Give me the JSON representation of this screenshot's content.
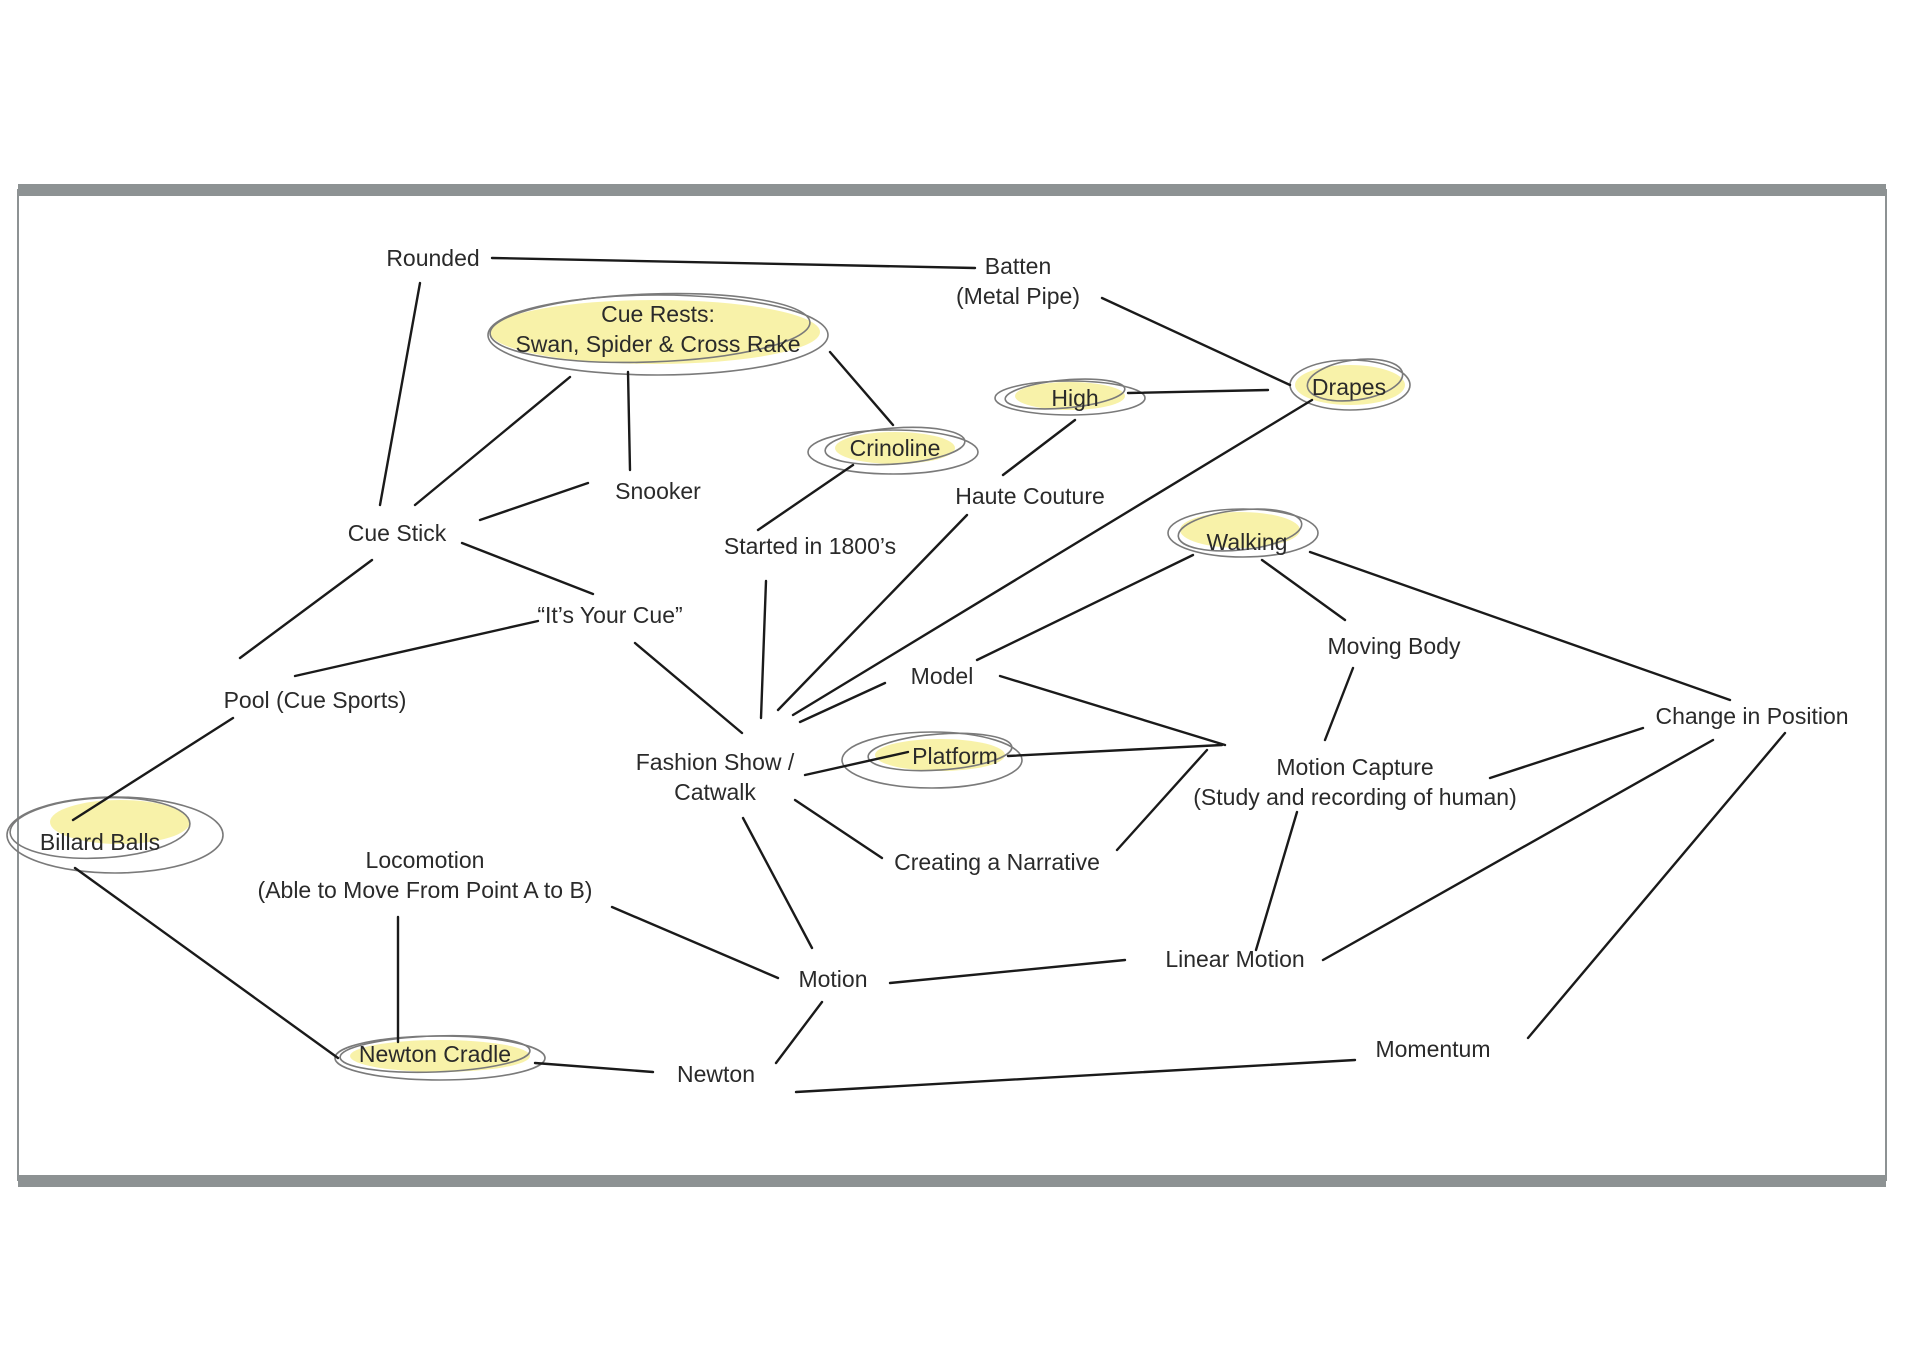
{
  "diagram": {
    "nodes": {
      "rounded": "Rounded",
      "batten": "Batten",
      "batten_sub": "(Metal Pipe)",
      "cue_rests": "Cue Rests:",
      "cue_rests_sub": "Swan, Spider & Cross Rake",
      "high": "High",
      "drapes": "Drapes",
      "crinoline": "Crinoline",
      "snooker": "Snooker",
      "haute_couture": "Haute Couture",
      "cue_stick": "Cue Stick",
      "started_1800s": "Started in 1800’s",
      "walking": "Walking",
      "its_your_cue": "“It’s Your Cue”",
      "moving_body": "Moving Body",
      "model": "Model",
      "pool": "Pool (Cue Sports)",
      "change_in_position": "Change in Position",
      "fashion_show": "Fashion Show /",
      "fashion_show_sub": "Catwalk",
      "platform": "Platform",
      "motion_capture": "Motion Capture",
      "motion_capture_sub": "(Study and recording of human)",
      "billard_balls": "Billard Balls",
      "locomotion": "Locomotion",
      "locomotion_sub": "(Able to Move From Point A to B)",
      "creating_narrative": "Creating a Narrative",
      "linear_motion": "Linear Motion",
      "motion": "Motion",
      "newton_cradle": "Newton Cradle",
      "newton": "Newton",
      "momentum": "Momentum"
    },
    "highlight_color": "#f6ee8c",
    "line_color": "#1a1a1a",
    "frame_color": "#8d9293"
  }
}
